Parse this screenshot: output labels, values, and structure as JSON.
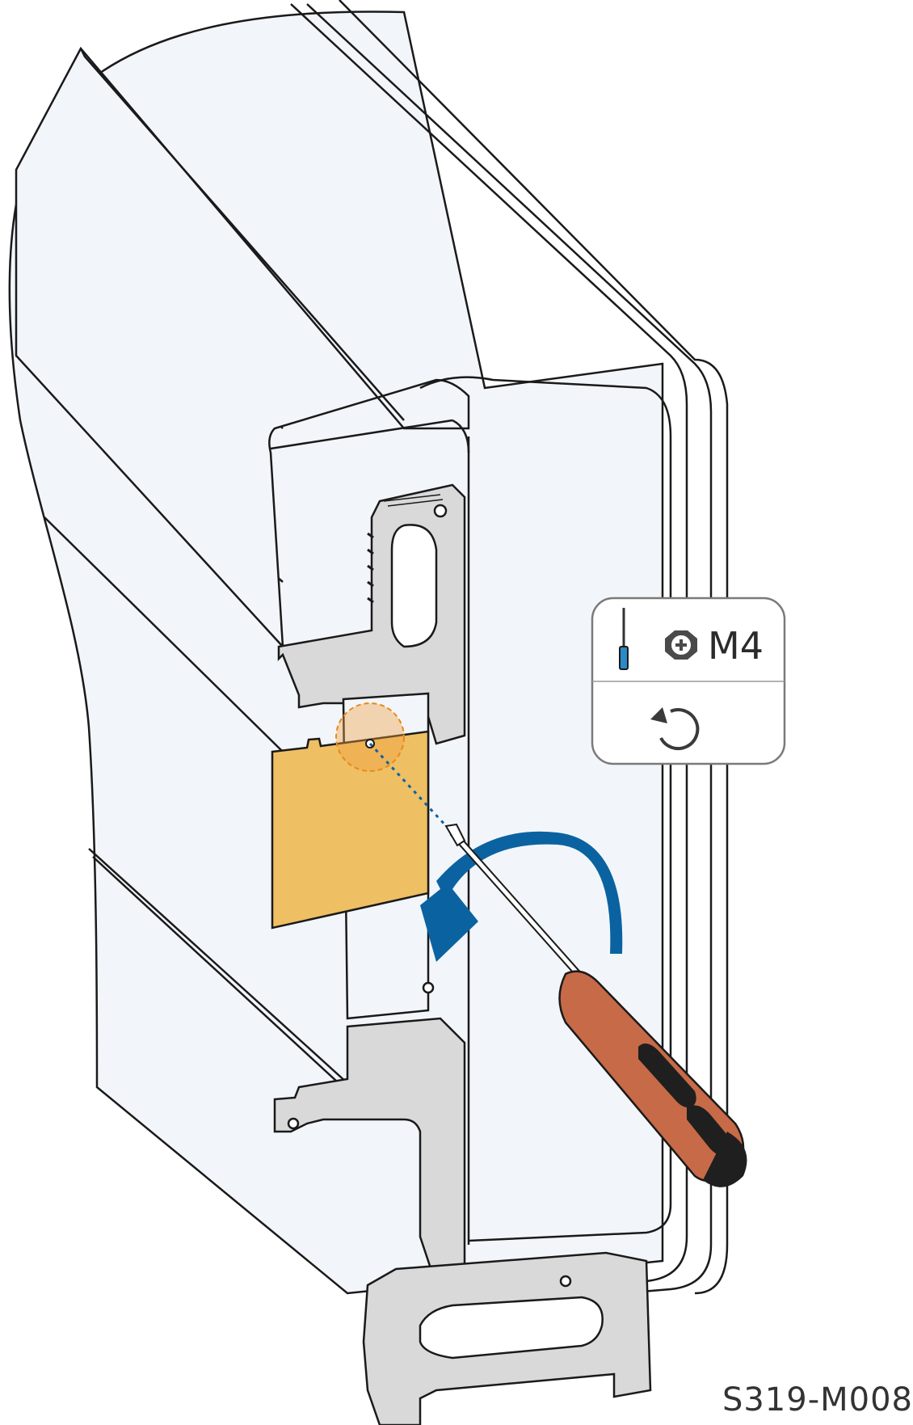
{
  "callout": {
    "tool_icon": "screwdriver-icon",
    "screw_icon": "phillips-screw-head-icon",
    "screw_size": "M4",
    "rotation_icon": "counterclockwise-arrow-icon"
  },
  "figure_code": "S319-M008",
  "colors": {
    "outline": "#1a1a1a",
    "housing": "#f2f6fa",
    "bracket": "#d9d9d9",
    "cover_plate": "#eebf63",
    "highlight": "#f0a040",
    "rotation_arrow": "#0a63a0",
    "screwdriver_handle": "#c76a47",
    "screwdriver_grip": "#1f1f1f"
  },
  "step": {
    "action": "loosen-screw",
    "direction": "counterclockwise"
  }
}
